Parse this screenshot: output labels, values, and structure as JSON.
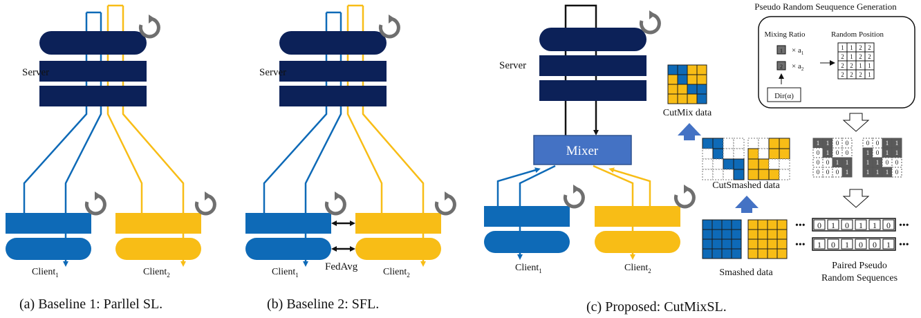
{
  "colors": {
    "navy": "#0c2158",
    "blue": "#0e6ab7",
    "yellow": "#f8bd16",
    "mixer": "#4472c4",
    "gray": "#6f6f6f",
    "dark_gray": "#5a5a5a"
  },
  "panel_a": {
    "server_label": "Server",
    "client1": "Client",
    "client1_sub": "1",
    "client2": "Client",
    "client2_sub": "2",
    "caption": "(a) Baseline 1: Parllel SL."
  },
  "panel_b": {
    "server_label": "Server",
    "client1": "Client",
    "client1_sub": "1",
    "client2": "Client",
    "client2_sub": "2",
    "fedavg": "FedAvg",
    "caption": "(b) Baseline 2: SFL."
  },
  "panel_c": {
    "server_label": "Server",
    "mixer_label": "Mixer",
    "client1": "Client",
    "client1_sub": "1",
    "client2": "Client",
    "client2_sub": "2",
    "cutmix_label": "CutMix data",
    "cutsmashed_label": "CutSmashed data",
    "smashed_label": "Smashed data",
    "prs_title": "Pseudo Random Seuquence Generation",
    "mixing_ratio": "Mixing Ratio",
    "random_position": "Random Position",
    "a1": "× a",
    "a1_sub": "1",
    "a2": "× a",
    "a2_sub": "2",
    "box1": "1",
    "box2": "2",
    "dir_label": "Dir(α)",
    "random_position_grid": [
      [
        "1",
        "1",
        "2",
        "2"
      ],
      [
        "2",
        "1",
        "2",
        "2"
      ],
      [
        "2",
        "2",
        "1",
        "1"
      ],
      [
        "2",
        "2",
        "2",
        "1"
      ]
    ],
    "mask_left": [
      [
        "1",
        "1",
        "0",
        "0"
      ],
      [
        "0",
        "1",
        "0",
        "0"
      ],
      [
        "0",
        "0",
        "1",
        "1"
      ],
      [
        "0",
        "0",
        "0",
        "1"
      ]
    ],
    "mask_right": [
      [
        "0",
        "0",
        "1",
        "1"
      ],
      [
        "1",
        "0",
        "1",
        "1"
      ],
      [
        "1",
        "1",
        "0",
        "0"
      ],
      [
        "1",
        "1",
        "1",
        "0"
      ]
    ],
    "seq1": [
      "0",
      "1",
      "0",
      "1",
      "1",
      "0"
    ],
    "seq2": [
      "1",
      "0",
      "1",
      "0",
      "0",
      "1"
    ],
    "dots": "•••",
    "paired_label_1": "Paired Pseudo",
    "paired_label_2": "Random Sequences",
    "caption": "(c) Proposed: CutMixSL."
  }
}
